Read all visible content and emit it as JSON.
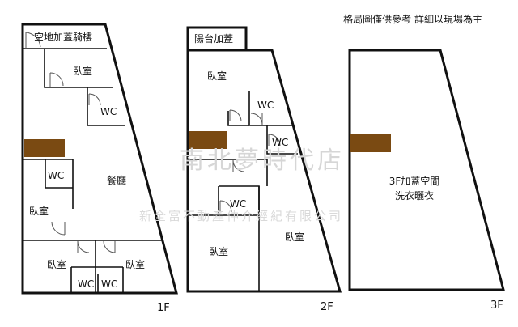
{
  "note": "格局圖僅供參考 詳細以現場為主",
  "watermark": {
    "company": "南北夢時代店",
    "agency": "新全富不動產仲介經紀有限公司"
  },
  "floor1": {
    "tag": "1F",
    "balcony": "空地加蓋騎樓",
    "bedroom_top": "臥室",
    "wc_top": "WC",
    "dining": "餐廳",
    "wc_mid": "WC",
    "bedroom_left": "臥室",
    "bedroom_bl": "臥室",
    "bedroom_br": "臥室",
    "wc_bl": "WC",
    "wc_br": "WC"
  },
  "floor2": {
    "tag": "2F",
    "balcony": "陽台加蓋",
    "bedroom_top": "臥室",
    "wc_top": "WC",
    "wc_right": "WC",
    "wc_mid": "WC",
    "bedroom_bl": "臥室",
    "bedroom_br": "臥室"
  },
  "floor3": {
    "tag": "3F",
    "space_line1": "3F加蓋空間",
    "space_line2": "洗衣曬衣"
  },
  "colors": {
    "wall": "#111111",
    "beam": "#7a4a12",
    "watermark": "#d6d6d6"
  }
}
